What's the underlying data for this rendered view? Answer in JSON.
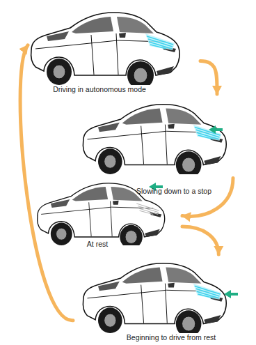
{
  "diagram": {
    "nodes": [
      {
        "text": [
          "Driving in autonomous mode"
        ]
      },
      {
        "text": [
          "Slowing down to a stop"
        ]
      },
      {
        "text": [
          "At rest"
        ]
      },
      {
        "text": [
          "Beginning to drive from rest"
        ]
      }
    ],
    "edges": [
      {
        "from": 0,
        "to": 1,
        "arrow": "to"
      },
      {
        "from": 1,
        "to": 2,
        "arrow": "to"
      },
      {
        "from": 2,
        "to": 3,
        "arrow": "to"
      },
      {
        "from": 3,
        "to": 0,
        "arrow": "to"
      }
    ]
  }
}
